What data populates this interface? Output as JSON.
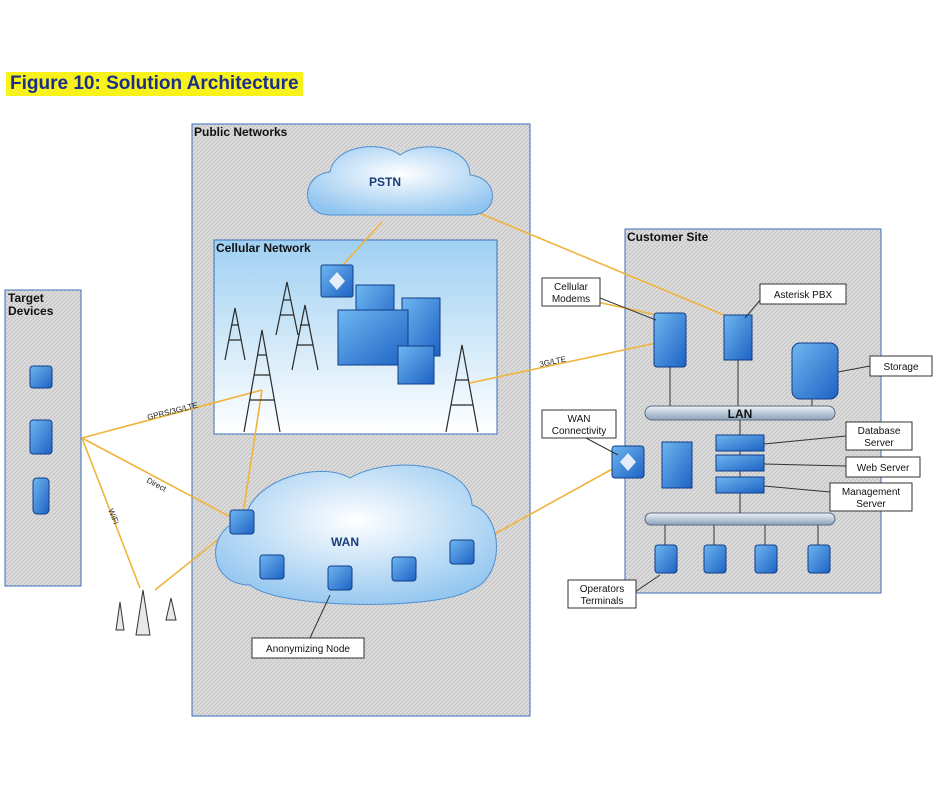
{
  "caption": "Figure 10: Solution Architecture",
  "zones": {
    "public": "Public Networks",
    "cellular": "Cellular Network",
    "customer": "Customer Site",
    "target": [
      "Target",
      "Devices"
    ]
  },
  "clouds": {
    "pstn": "PSTN",
    "wan": "WAN"
  },
  "lan": "LAN",
  "callouts": {
    "cellular_modems": [
      "Cellular",
      "Modems"
    ],
    "asterisk": "Asterisk PBX",
    "storage": "Storage",
    "wan_conn": [
      "WAN",
      "Connectivity"
    ],
    "database": [
      "Database",
      "Server"
    ],
    "web": "Web Server",
    "management": [
      "Management",
      "Server"
    ],
    "operators": [
      "Operators",
      "Terminals"
    ],
    "anonymizing": "Anonymizing Node"
  },
  "links": {
    "gprs": "GPRS/3G/LTE",
    "direct": "Direct",
    "wifi": "WiFi",
    "lte": "3G/LTE"
  },
  "colors": {
    "link": "#f0b43c",
    "accent": "#2e7fd6",
    "zone_fill": "#d9d9d9"
  }
}
